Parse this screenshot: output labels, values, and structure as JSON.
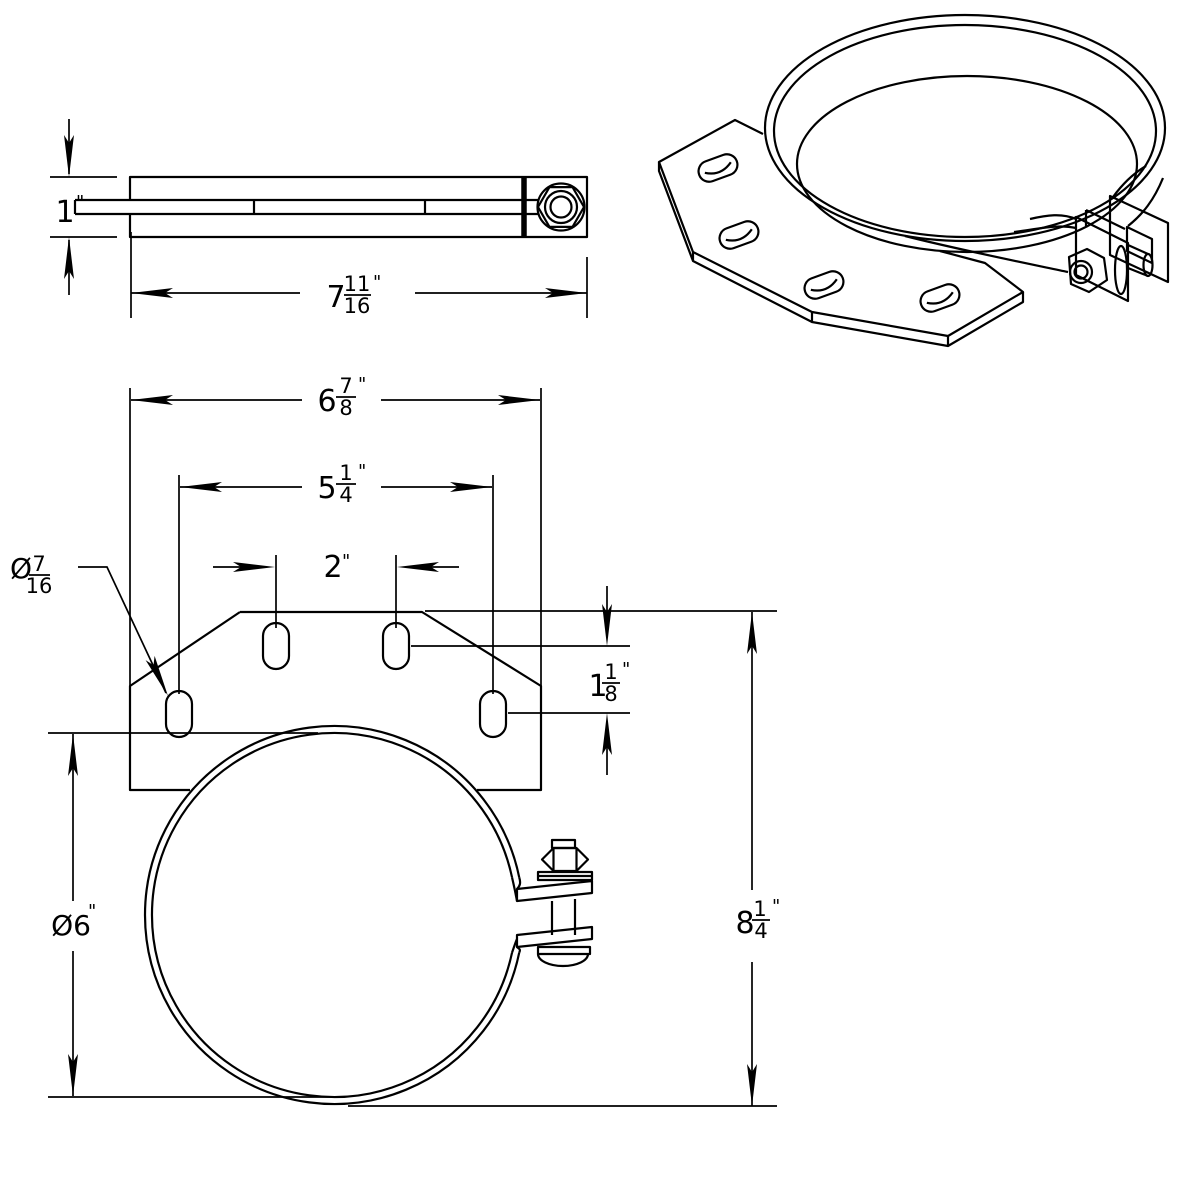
{
  "document": {
    "background": "#ffffff",
    "line_color": "#000000",
    "views": [
      "side-view",
      "isometric-view",
      "front-view"
    ]
  },
  "dims": {
    "side_height": {
      "value": "1",
      "unit": "\""
    },
    "side_length": {
      "whole": "7",
      "num": "11",
      "den": "16",
      "unit": "\""
    },
    "plate_width": {
      "whole": "6",
      "num": "7",
      "den": "8",
      "unit": "\""
    },
    "slot_span": {
      "whole": "5",
      "num": "1",
      "den": "4",
      "unit": "\""
    },
    "slot_pitch": {
      "value": "2",
      "unit": "\""
    },
    "hole_diameter": {
      "prefix": "Ø",
      "num": "7",
      "den": "16"
    },
    "row_offset": {
      "whole": "1",
      "num": "1",
      "den": "8",
      "unit": "\""
    },
    "band_diameter": {
      "value": "Ø6",
      "unit": "\""
    },
    "overall_height": {
      "whole": "8",
      "num": "1",
      "den": "4",
      "unit": "\""
    }
  }
}
